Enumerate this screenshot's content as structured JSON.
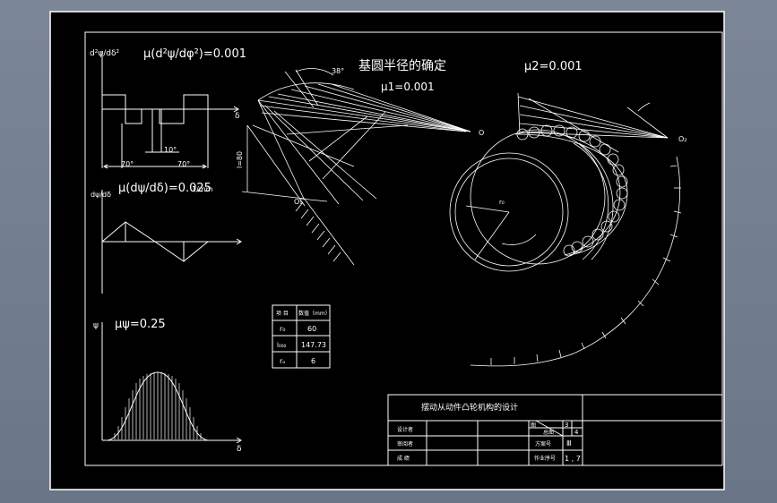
{
  "colors": {
    "background": "#6e7a8c",
    "sheet": "#000000",
    "line": "#ffffff"
  },
  "accel_graph": {
    "y_label": "d²ψ/dδ²",
    "scale": "μ(d²ψ/dφ²)=0.001",
    "x_label": "δ",
    "angle_left": "70°",
    "angle_mid": "10°",
    "angle_right": "70°"
  },
  "velocity_graph": {
    "y_label": "dψ/dδ",
    "scale": "μ(dψ/dδ)=0.025",
    "unit": "1/mm"
  },
  "angle_graph": {
    "y_label": "ψ",
    "scale": "μψ=0.25",
    "x_label": "δ"
  },
  "base_circle": {
    "title": "基圆半径的确定",
    "mu2": "μ2=0.001",
    "mu1": "μ1=0.001",
    "angle_38": "38°",
    "l_label": "l=80",
    "o_label": "O",
    "o1_label": "O₁",
    "o2_label": "O₂",
    "r0_label": "r₀"
  },
  "params_table": {
    "headers": [
      "项 目",
      "数值（mm）"
    ],
    "rows": [
      [
        "r₀",
        "60"
      ],
      [
        "l₀₀₀",
        "147.73"
      ],
      [
        "rₒ",
        "6"
      ]
    ]
  },
  "title_block": {
    "title": "摆动从动件凸轮机构的设计",
    "rows": [
      "设计者",
      "审阅者",
      "成 绩"
    ],
    "right_labels": [
      "图",
      "总图",
      "方案号",
      "作业序号"
    ],
    "right_values": [
      "3",
      "4",
      "Ⅲ",
      "1 , 7"
    ]
  }
}
